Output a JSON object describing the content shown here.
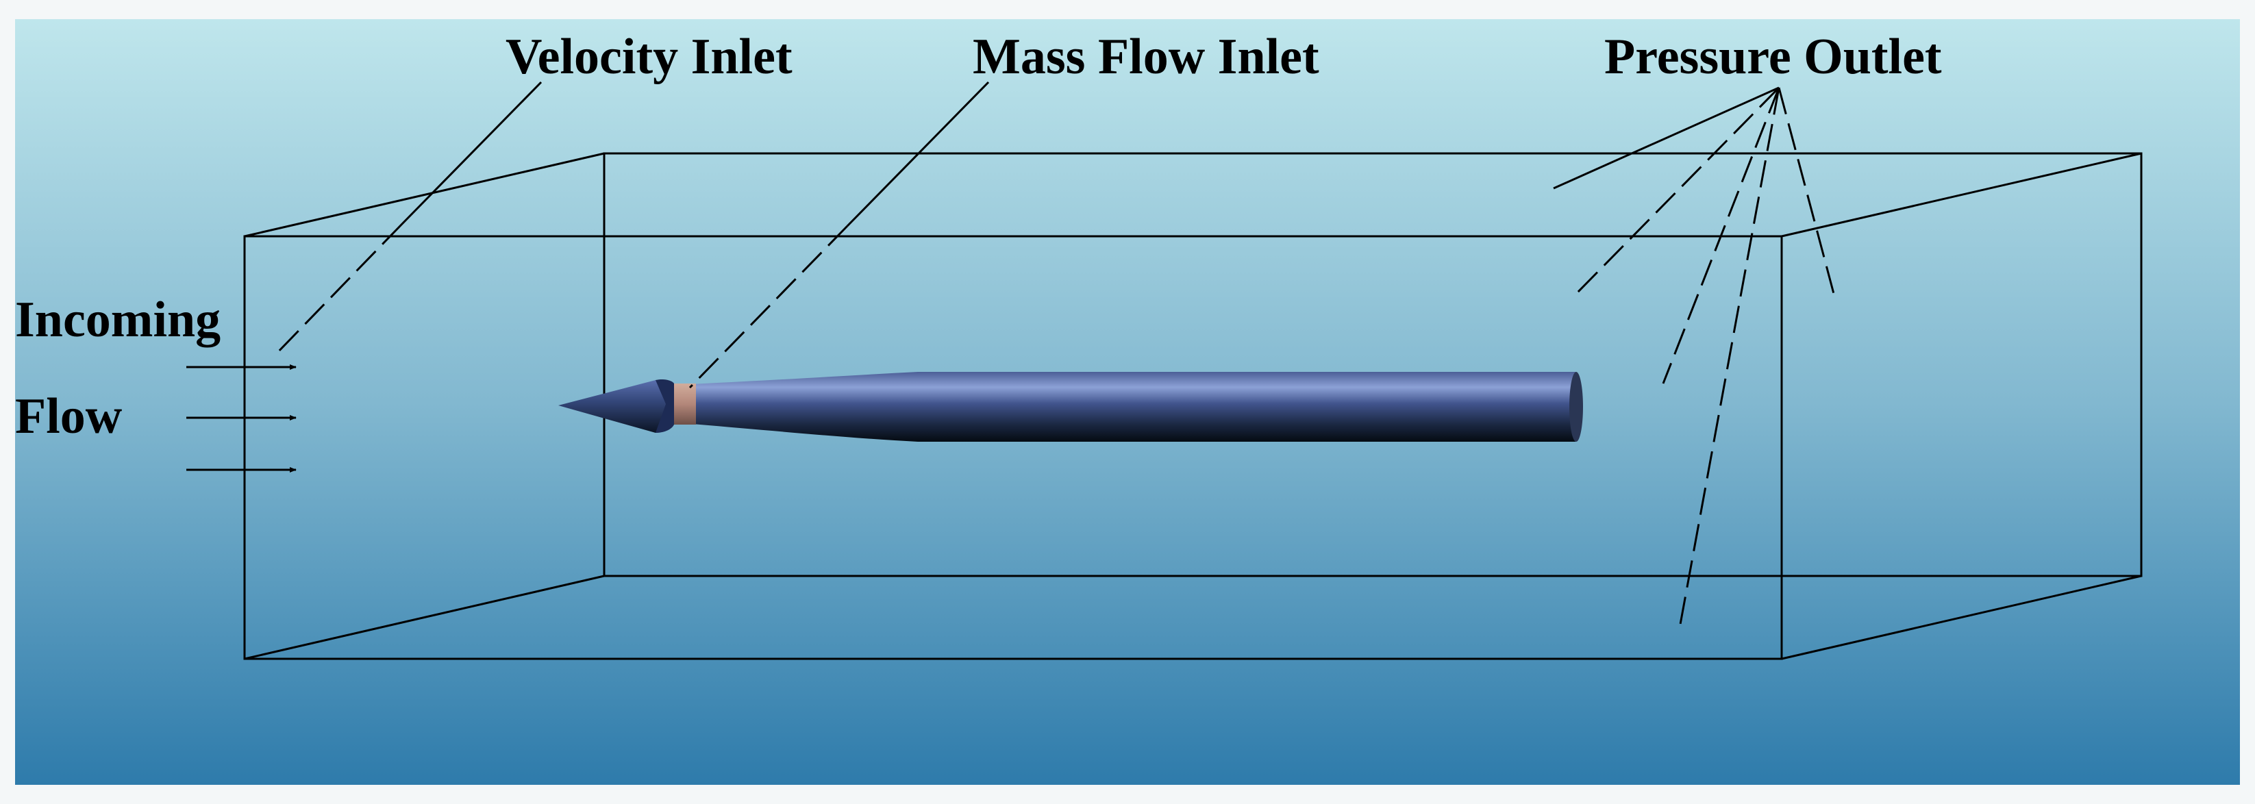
{
  "labels": {
    "velocity_inlet": "Velocity Inlet",
    "mass_flow_inlet": "Mass Flow Inlet",
    "pressure_outlet": "Pressure Outlet",
    "incoming": "Incoming",
    "flow": "Flow"
  },
  "colors": {
    "background_top": "#bfe6ec",
    "background_bottom": "#2e7bab",
    "frame_border": "#e9eef0",
    "line": "#000000",
    "body_light": "#6f86c2",
    "body_dark": "#0a1522",
    "band": "#b98c7a"
  }
}
